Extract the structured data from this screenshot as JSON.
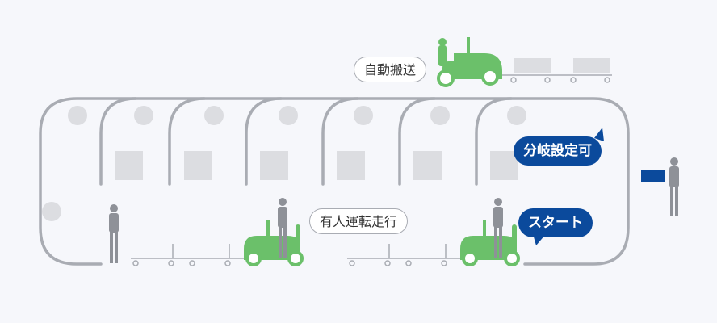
{
  "labels": {
    "automatic_transport": "自動搬送",
    "manned_driving": "有人運転走行",
    "branch_settable": "分岐設定可",
    "start": "スタート"
  },
  "colors": {
    "background": "#f6f7fb",
    "track": "#a9acb3",
    "tractor_green": "#6bc06a",
    "worker_gray": "#8e9198",
    "bubble_blue": "#0b4a9c",
    "station_blue": "#0b4a9c",
    "circle_gray": "#dcdde1",
    "square_gray": "#dcdde1"
  },
  "icons": {
    "tractor": "towing-tractor-icon",
    "worker": "person-icon",
    "cart": "cart-icon",
    "station": "work-station-icon"
  }
}
